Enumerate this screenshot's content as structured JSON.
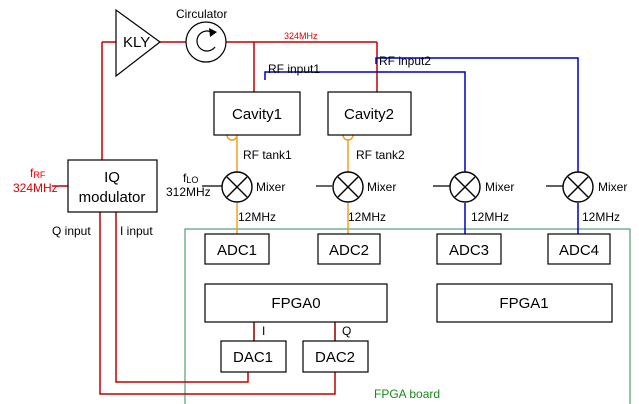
{
  "diagram": {
    "klystron": "KLY",
    "circulator": "Circulator",
    "rf_freq": "324MHz",
    "rf_input1": "RF input1",
    "rf_input2": "RF input2",
    "cavity1": "Cavity1",
    "cavity2": "Cavity2",
    "rf_tank1": "RF tank1",
    "rf_tank2": "RF tank2",
    "f_rf_symbol": "f",
    "f_rf_sub": "RF",
    "f_rf_value": "324MHz",
    "f_lo_symbol": "f",
    "f_lo_sub": "LO",
    "f_lo_value": "312MHz",
    "iq_modulator_line1": "IQ",
    "iq_modulator_line2": "modulator",
    "mixer_label": "Mixer",
    "if_freq": "12MHz",
    "q_input": "Q input",
    "i_input": "I input",
    "adc1": "ADC1",
    "adc2": "ADC2",
    "adc3": "ADC3",
    "adc4": "ADC4",
    "fpga0": "FPGA0",
    "fpga1": "FPGA1",
    "i_label": "I",
    "q_label": "Q",
    "dac1": "DAC1",
    "dac2": "DAC2",
    "fpga_board": "FPGA board"
  },
  "colors": {
    "drive_line": "#c00000",
    "pickup_line": "#0000c0",
    "tank_line": "#f0a020",
    "board_border": "#2e8b57",
    "label_red": "#e00000",
    "label_green": "#1a8a1a"
  }
}
